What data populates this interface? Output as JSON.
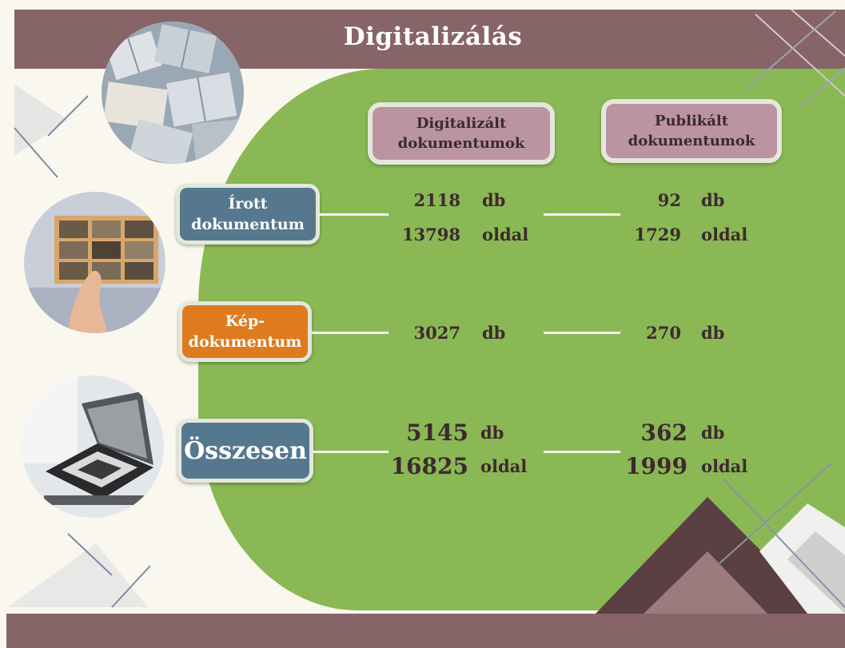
{
  "title": "Digitalizálás",
  "columns": {
    "digitized": "Digitalizált dokumentumok",
    "published": "Publikált dokumentumok"
  },
  "categories": [
    {
      "label": "Írott dokumentum",
      "color": "#56788f",
      "digitized": [
        {
          "value": "2118",
          "unit": "db"
        },
        {
          "value": "13798",
          "unit": "oldal"
        }
      ],
      "published": [
        {
          "value": "92",
          "unit": "db"
        },
        {
          "value": "1729",
          "unit": "oldal"
        }
      ]
    },
    {
      "label": "Kép-dokumentum",
      "color": "#de7b1e",
      "digitized": [
        {
          "value": "3027",
          "unit": "db"
        }
      ],
      "published": [
        {
          "value": "270",
          "unit": "db"
        }
      ]
    },
    {
      "label": "Összesen",
      "color": "#56788f",
      "digitized": [
        {
          "value": "5145",
          "unit": "db"
        },
        {
          "value": "16825",
          "unit": "oldal"
        }
      ],
      "published": [
        {
          "value": "362",
          "unit": "db"
        },
        {
          "value": "1999",
          "unit": "oldal"
        }
      ]
    }
  ],
  "colors": {
    "band": "#876468",
    "green": "#8ab854",
    "background": "#faf8ee",
    "column_header": "#bb94a1"
  },
  "images": [
    "books-photo",
    "photographs-in-hand-photo",
    "scanner-photo"
  ]
}
